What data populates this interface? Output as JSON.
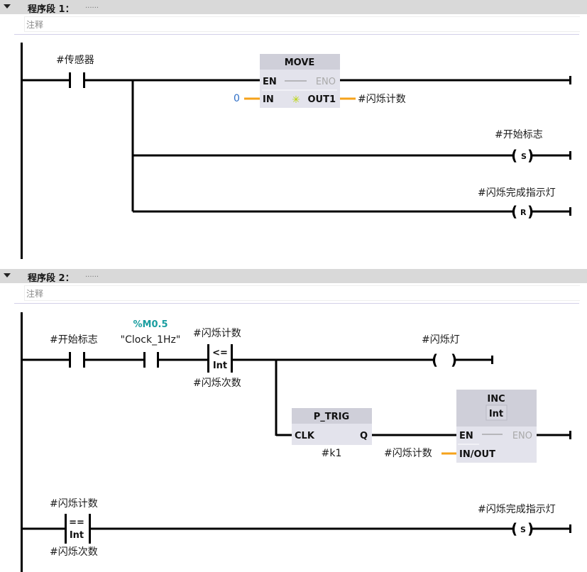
{
  "networks": [
    {
      "header": {
        "title": "程序段",
        "number": "1",
        "colon": "：",
        "dots": "......"
      },
      "comment_placeholder": "注释",
      "contact": {
        "operand": "#传感器"
      },
      "move_box": {
        "title": "MOVE",
        "pins": {
          "en": "EN",
          "eno": "ENO",
          "in": "IN",
          "out": "OUT1"
        },
        "in_value": "0",
        "out_operand": "#闪烁计数"
      },
      "set_coil": {
        "letter": "S",
        "operand": "#开始标志"
      },
      "reset_coil": {
        "letter": "R",
        "operand": "#闪烁完成指示灯"
      }
    },
    {
      "header": {
        "title": "程序段",
        "number": "2",
        "colon": "：",
        "dots": "......"
      },
      "comment_placeholder": "注释",
      "contact1": {
        "operand": "#开始标志"
      },
      "contact2": {
        "address": "%M0.5",
        "operand": "\"Clock_1Hz\""
      },
      "compare_le": {
        "op": "<=",
        "type": "Int",
        "in1": "#闪烁计数",
        "in2": "#闪烁次数"
      },
      "coil": {
        "letter": "",
        "operand": "#闪烁灯"
      },
      "p_trig": {
        "title": "P_TRIG",
        "clk": "CLK",
        "q": "Q",
        "instance": "#k1"
      },
      "inc_box": {
        "title": "INC",
        "type": "Int",
        "pins": {
          "en": "EN",
          "eno": "ENO",
          "inout": "IN/OUT"
        },
        "inout_operand": "#闪烁计数"
      },
      "compare_eq": {
        "op": "==",
        "type": "Int",
        "in1": "#闪烁计数",
        "in2": "#闪烁次数"
      },
      "set_coil": {
        "letter": "S",
        "operand": "#闪烁完成指示灯"
      }
    }
  ],
  "colors": {
    "wire": "#000000",
    "param_wire": "#f5a21b",
    "box_fill": "#e3e3ec",
    "box_header": "#cfcfd9",
    "address_teal": "#1a9ea0",
    "constant_blue": "#2f6fc7",
    "header_bg": "#d9d9d9"
  }
}
